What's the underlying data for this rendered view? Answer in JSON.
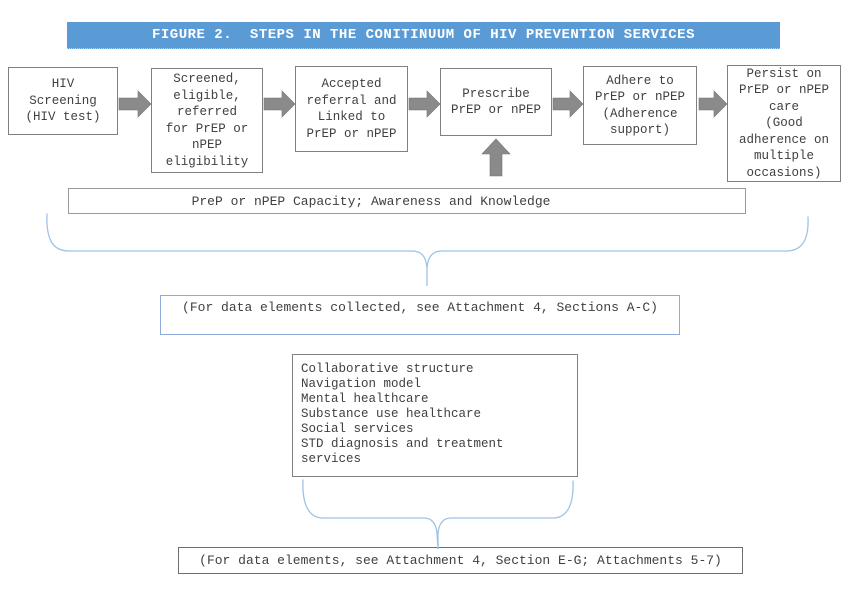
{
  "title_bar": {
    "text": "FIGURE 2.  STEPS IN THE CONITINUUM OF HIV PREVENTION SERVICES"
  },
  "flow_steps": [
    {
      "label": "hiv-screening",
      "text": "HIV\nScreening\n(HIV test)"
    },
    {
      "label": "screened-eligible",
      "text": "Screened,\neligible,\nreferred\nfor PrEP or\nnPEP\neligibility"
    },
    {
      "label": "accepted-referral",
      "text": "Accepted\nreferral and\nLinked to\nPrEP or nPEP"
    },
    {
      "label": "prescribe",
      "text": "Prescribe\nPrEP or nPEP"
    },
    {
      "label": "adhere",
      "text": "Adhere to\nPrEP or nPEP\n(Adherence\nsupport)"
    },
    {
      "label": "persist",
      "text": "Persist on\nPrEP or nPEP\ncare\n(Good\nadherence on\nmultiple\noccasions)"
    }
  ],
  "capacity_box": {
    "text": "PreP or nPEP Capacity; Awareness and Knowledge"
  },
  "data_note_top": {
    "text": "(For data elements collected, see Attachment 4, Sections A-C)"
  },
  "services_box": {
    "text": "Collaborative structure\nNavigation model\nMental healthcare\nSubstance use healthcare\nSocial services\nSTD diagnosis and treatment\nservices"
  },
  "data_note_bottom": {
    "text": "(For data elements, see Attachment 4, Section E-G; Attachments 5-7)"
  },
  "colors": {
    "title_bg": "#5B9BD5",
    "title_text": "#FFFFFF",
    "arrow_gray": "#8A8A8A",
    "brace_blue": "#9DC3E6",
    "border_gray": "#808080",
    "border_blue": "#8FAADC",
    "text": "#404040"
  }
}
